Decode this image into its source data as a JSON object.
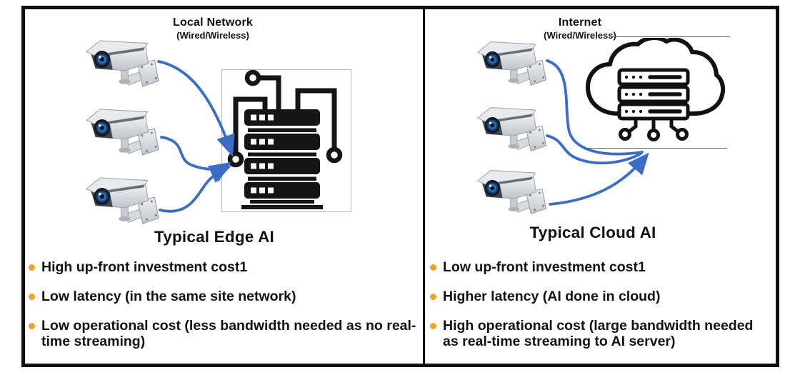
{
  "colors": {
    "bullet_orange": "#F5A028",
    "connector_blue": "#3B6CC7",
    "icon_black": "#151515"
  },
  "left_panel": {
    "network_label": "Local Network",
    "network_sublabel": "(Wired/Wireless)",
    "heading": "Typical Edge AI",
    "bullets": [
      "High up-front investment cost1",
      "Low latency (in the same site network)",
      "Low operational cost (less bandwidth needed as no real-time streaming)"
    ],
    "icons": [
      "cctv-camera-icon",
      "cctv-camera-icon",
      "cctv-camera-icon",
      "edge-server-icon"
    ]
  },
  "right_panel": {
    "network_label": "Internet",
    "network_sublabel": "(Wired/Wireless)",
    "heading": "Typical Cloud AI",
    "bullets": [
      "Low up-front investment cost1",
      "Higher latency (AI done in cloud)",
      "High operational cost (large bandwidth needed as real-time streaming to AI server)"
    ],
    "icons": [
      "cctv-camera-icon",
      "cctv-camera-icon",
      "cctv-camera-icon",
      "cloud-server-icon"
    ]
  }
}
